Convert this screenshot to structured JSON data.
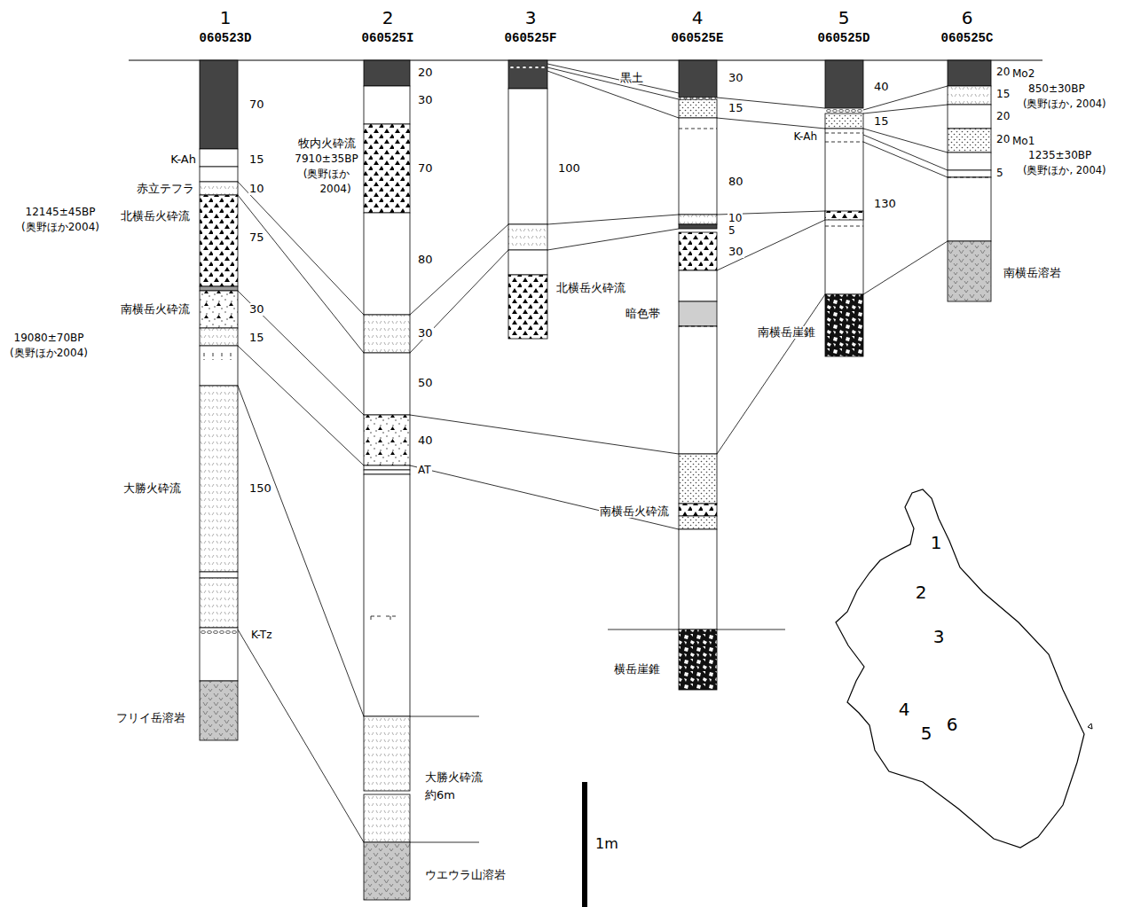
{
  "diagram": {
    "labels": [
      "1",
      "060523D",
      "2",
      "060525I",
      "3",
      "060525F",
      "4",
      "060525E",
      "5",
      "060525D",
      "6",
      "060525C",
      "70",
      "K-Ah",
      "15",
      "赤立テフラ",
      "10",
      "12145±45BP",
      "(奥野ほか2004)",
      "北横岳火砕流",
      "75",
      "南横岳火砕流",
      "30",
      "19080±70BP",
      "(奥野ほか2004)",
      "15",
      "大勝火砕流",
      "150",
      "K-Tz",
      "フリイ岳溶岩",
      "20",
      "30",
      "牧内火砕流",
      "7910±35BP",
      "(奥野ほか",
      "2004)",
      "70",
      "80",
      "30",
      "50",
      "40",
      "AT",
      "大勝火砕流",
      "約6m",
      "ウエウラ山溶岩",
      "100",
      "北横岳火砕流",
      "黒土",
      "30",
      "15",
      "80",
      "10",
      "5",
      "30",
      "暗色帯",
      "南横岳火砕流",
      "横岳崖錐",
      "40",
      "K-Ah",
      "15",
      "130",
      "南横岳崖錐",
      "20",
      "Mo2",
      "850±30BP",
      "(奥野ほか, 2004)",
      "15",
      "20",
      "20",
      "Mo1",
      "1235±30BP",
      "(奥野ほか, 2004)",
      "5",
      "南横岳溶岩",
      "1m",
      "1",
      "2",
      "3",
      "4",
      "5",
      "6"
    ]
  }
}
